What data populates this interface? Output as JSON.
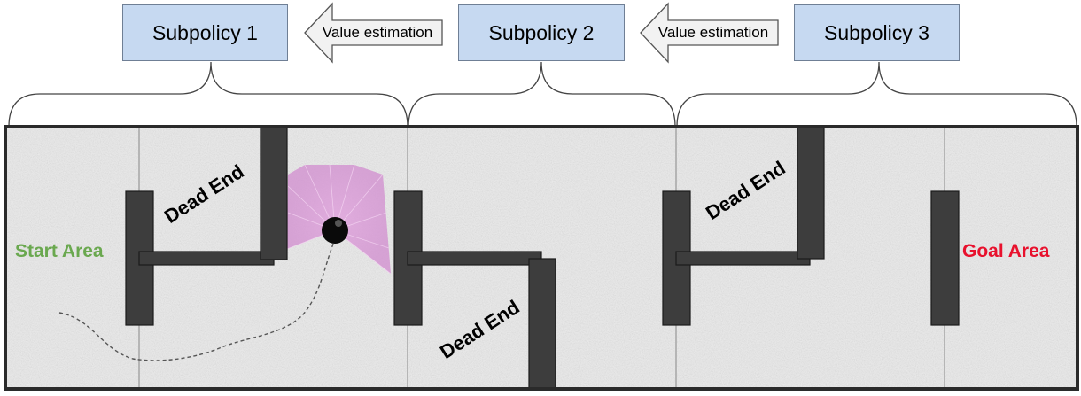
{
  "subpolicies": [
    {
      "label": "Subpolicy 1"
    },
    {
      "label": "Subpolicy 2"
    },
    {
      "label": "Subpolicy 3"
    }
  ],
  "arrows": [
    {
      "label": "Value estimation"
    },
    {
      "label": "Value estimation"
    }
  ],
  "areas": {
    "start": {
      "label": "Start Area",
      "color": "#6aa84f"
    },
    "goal": {
      "label": "Goal Area",
      "color": "#e8112d"
    }
  },
  "dead_ends": [
    {
      "label": "Dead End"
    },
    {
      "label": "Dead End"
    },
    {
      "label": "Dead End"
    }
  ],
  "colors": {
    "box_fill": "#c6d9f1",
    "wall": "#3c3c3c",
    "sensor": "#d98fd6",
    "floor": "#ebebeb"
  }
}
